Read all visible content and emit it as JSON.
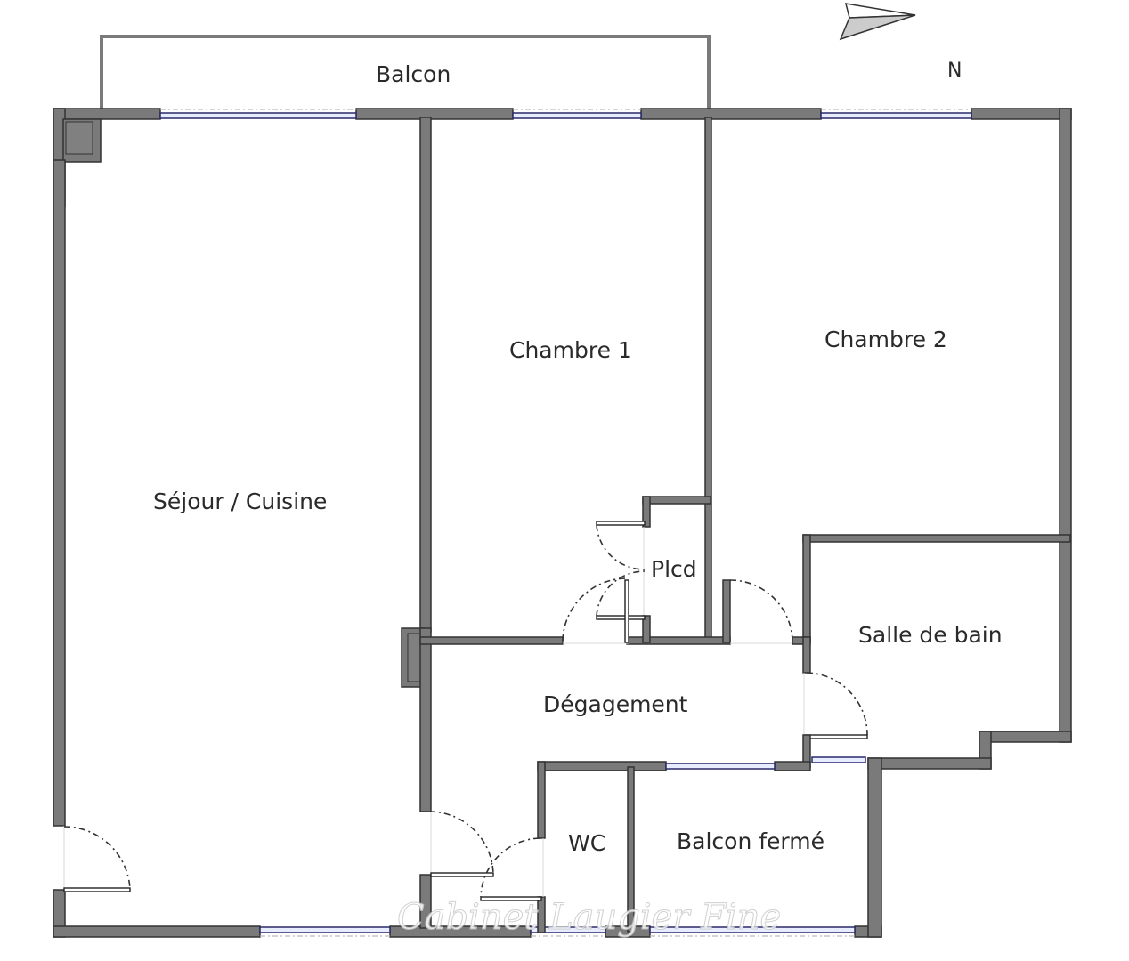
{
  "plan": {
    "compass": {
      "label": "N",
      "icon": "north-arrow-icon"
    },
    "rooms": {
      "balcon": "Balcon",
      "sejour": "Séjour / Cuisine",
      "chambre1": "Chambre 1",
      "chambre2": "Chambre 2",
      "placard": "Plcd",
      "salle_de_bain": "Salle de bain",
      "degagement": "Dégagement",
      "wc": "WC",
      "balcon_ferme": "Balcon fermé"
    },
    "watermark": "Cabinet Laugier Fine",
    "colors": {
      "wall": "#7a7a7a",
      "window": "#2a2a6a",
      "window_fill": "#e8ecff"
    }
  }
}
